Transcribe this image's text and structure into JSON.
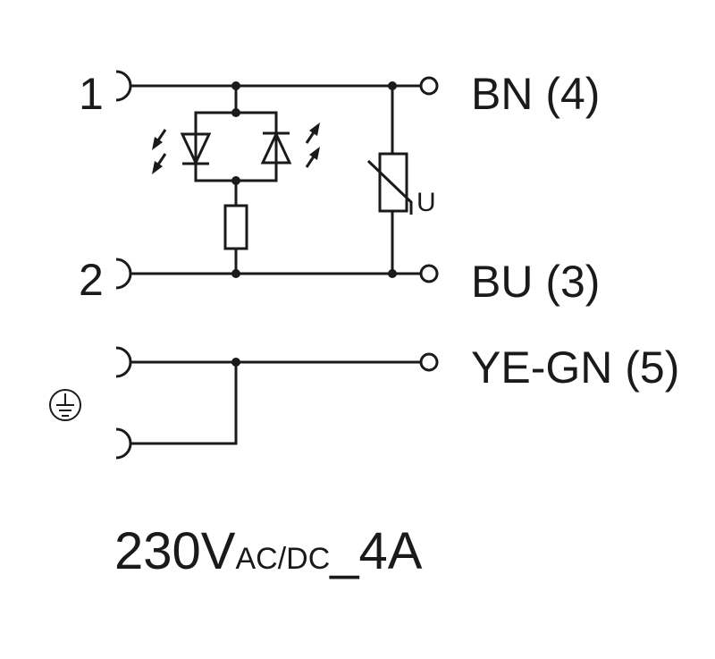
{
  "pins": {
    "p1": "1",
    "p2": "2"
  },
  "wires": {
    "bn": "BN (4)",
    "bu": "BU (3)",
    "yegn": "YE-GN (5)"
  },
  "varistor_label": "U",
  "rating": {
    "main": "230V",
    "sub": "AC/DC",
    "tail": "_4A"
  },
  "icons": {
    "ground": "protective-earth-icon"
  }
}
